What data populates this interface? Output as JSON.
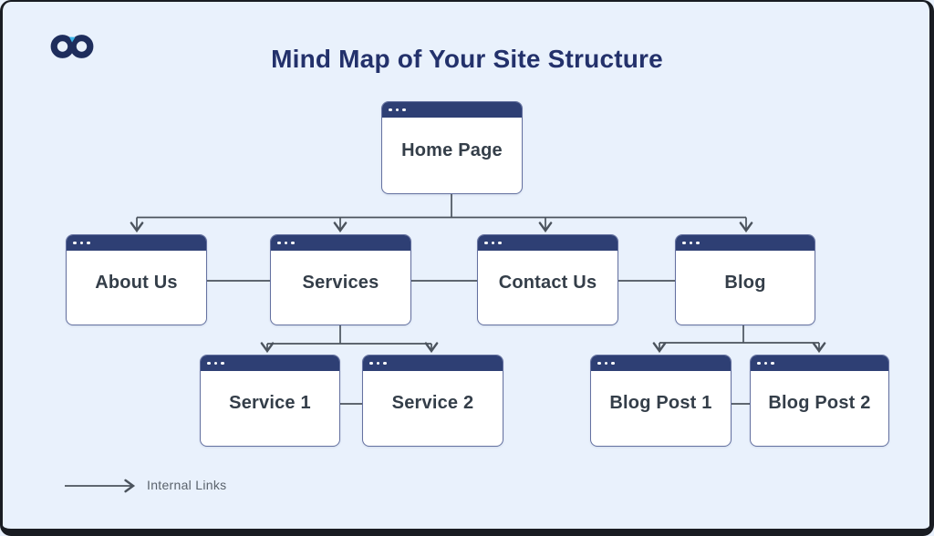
{
  "header": {
    "title": "Mind Map of Your Site Structure"
  },
  "logo": {
    "icon": "infinity-logo",
    "primary_color": "#1e2d5c",
    "accent_color": "#3ab5e9"
  },
  "nodes": {
    "home": {
      "label": "Home Page"
    },
    "about": {
      "label": "About Us"
    },
    "services": {
      "label": "Services"
    },
    "contact": {
      "label": "Contact Us"
    },
    "blog": {
      "label": "Blog"
    },
    "service1": {
      "label": "Service 1"
    },
    "service2": {
      "label": "Service 2"
    },
    "blog_post1": {
      "label": "Blog Post 1"
    },
    "blog_post2": {
      "label": "Blog Post 2"
    }
  },
  "edges": {
    "tree": [
      {
        "from": "Home Page",
        "to": "About Us"
      },
      {
        "from": "Home Page",
        "to": "Services"
      },
      {
        "from": "Home Page",
        "to": "Contact Us"
      },
      {
        "from": "Home Page",
        "to": "Blog"
      },
      {
        "from": "Services",
        "to": "Service 1"
      },
      {
        "from": "Services",
        "to": "Service 2"
      },
      {
        "from": "Blog",
        "to": "Blog Post 1"
      },
      {
        "from": "Blog",
        "to": "Blog Post 2"
      }
    ],
    "sibling_links": [
      [
        "About Us",
        "Services"
      ],
      [
        "Services",
        "Contact Us"
      ],
      [
        "Contact Us",
        "Blog"
      ],
      [
        "Service 1",
        "Service 2"
      ],
      [
        "Blog Post 1",
        "Blog Post 2"
      ]
    ]
  },
  "legend": {
    "label": "Internal Links"
  },
  "colors": {
    "background": "#e9f1fc",
    "frame_border": "#191c22",
    "window_titlebar": "#2e3f74",
    "window_border": "#6471a0",
    "node_text": "#343e49",
    "title_text": "#23316b",
    "connector": "#4b535d",
    "legend_text": "#5a626c"
  }
}
